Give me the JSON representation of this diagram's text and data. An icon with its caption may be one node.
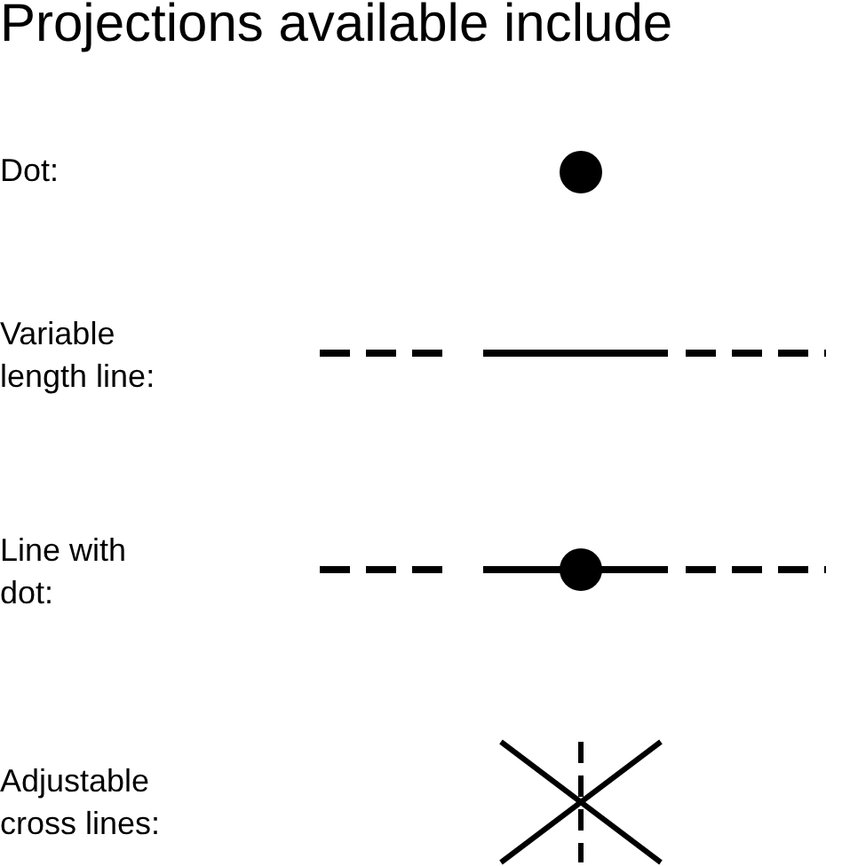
{
  "diagram": {
    "title": "Projections available include",
    "labels": [
      "Dot:",
      "Variable length line:",
      "Line with dot:",
      "Adjustable cross lines:"
    ]
  }
}
